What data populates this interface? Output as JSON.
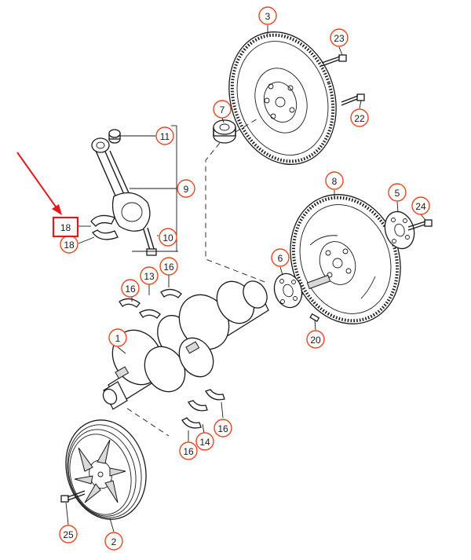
{
  "colors": {
    "callout_ring": "#e8461f",
    "highlight": "#e01b1b",
    "line": "#1a1a1a"
  },
  "callouts": [
    {
      "id": "c-3",
      "label": "3"
    },
    {
      "id": "c-23",
      "label": "23"
    },
    {
      "id": "c-22",
      "label": "22"
    },
    {
      "id": "c-7",
      "label": "7"
    },
    {
      "id": "c-11",
      "label": "11"
    },
    {
      "id": "c-9",
      "label": "9"
    },
    {
      "id": "c-10",
      "label": "10"
    },
    {
      "id": "c-18b",
      "label": "18"
    },
    {
      "id": "c-8",
      "label": "8"
    },
    {
      "id": "c-5",
      "label": "5"
    },
    {
      "id": "c-24",
      "label": "24"
    },
    {
      "id": "c-6",
      "label": "6"
    },
    {
      "id": "c-16a",
      "label": "16"
    },
    {
      "id": "c-13",
      "label": "13"
    },
    {
      "id": "c-16b",
      "label": "16"
    },
    {
      "id": "c-1",
      "label": "1"
    },
    {
      "id": "c-20",
      "label": "20"
    },
    {
      "id": "c-16c",
      "label": "16"
    },
    {
      "id": "c-14",
      "label": "14"
    },
    {
      "id": "c-16d",
      "label": "16"
    },
    {
      "id": "c-25",
      "label": "25"
    },
    {
      "id": "c-2",
      "label": "2"
    }
  ],
  "highlighted_callout": {
    "label": "18"
  },
  "pointer_arrow": {
    "icon": "red-arrow-icon"
  }
}
